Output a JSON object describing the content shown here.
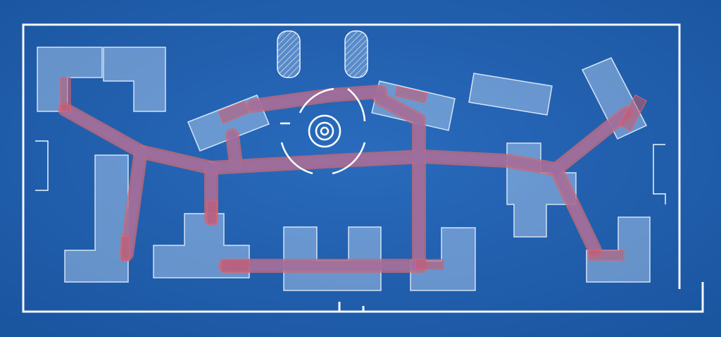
{
  "map": {
    "style": "blueprint",
    "colors": {
      "background": "#1d5cab",
      "walls": "#f4f8ff",
      "rooms": "#bed7f5",
      "paths": "#c76a78",
      "stairs": "#e4606e"
    },
    "features": [
      "perimeter-wall",
      "plaza-fountain",
      "twin-towers",
      "walkways",
      "stairs",
      "buildings"
    ]
  }
}
